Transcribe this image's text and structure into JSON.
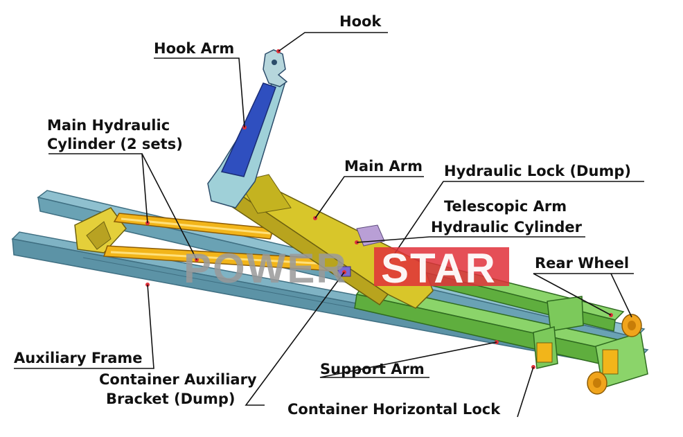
{
  "labels": {
    "hook": "Hook",
    "hook_arm": "Hook Arm",
    "main_cyl_1": "Main Hydraulic",
    "main_cyl_2": "Cylinder (2 sets)",
    "main_arm": "Main Arm",
    "hyd_lock": "Hydraulic Lock (Dump)",
    "tele_1": "Telescopic Arm",
    "tele_2": "Hydraulic Cylinder",
    "rear_wheel": "Rear Wheel",
    "aux_frame": "Auxiliary Frame",
    "cont_aux_1": "Container Auxiliary",
    "cont_aux_2": "Bracket (Dump)",
    "support_arm": "Support Arm",
    "horiz_lock": "Container Horizontal Lock"
  },
  "watermark": {
    "left": "POWER",
    "right": "STAR"
  },
  "colors": {
    "frame": "#7fb3c4",
    "frame_dark": "#3f6f82",
    "hook_arm": "#2f4fbf",
    "hook_arm_light": "#9fd0d8",
    "main_arm": "#d8c62a",
    "cylinder": "#f2b51a",
    "support_arm": "#6bbf4a",
    "wheel": "#f0a41c",
    "watermark_gray": "#9a9a9a",
    "watermark_red": "#e0303a"
  }
}
